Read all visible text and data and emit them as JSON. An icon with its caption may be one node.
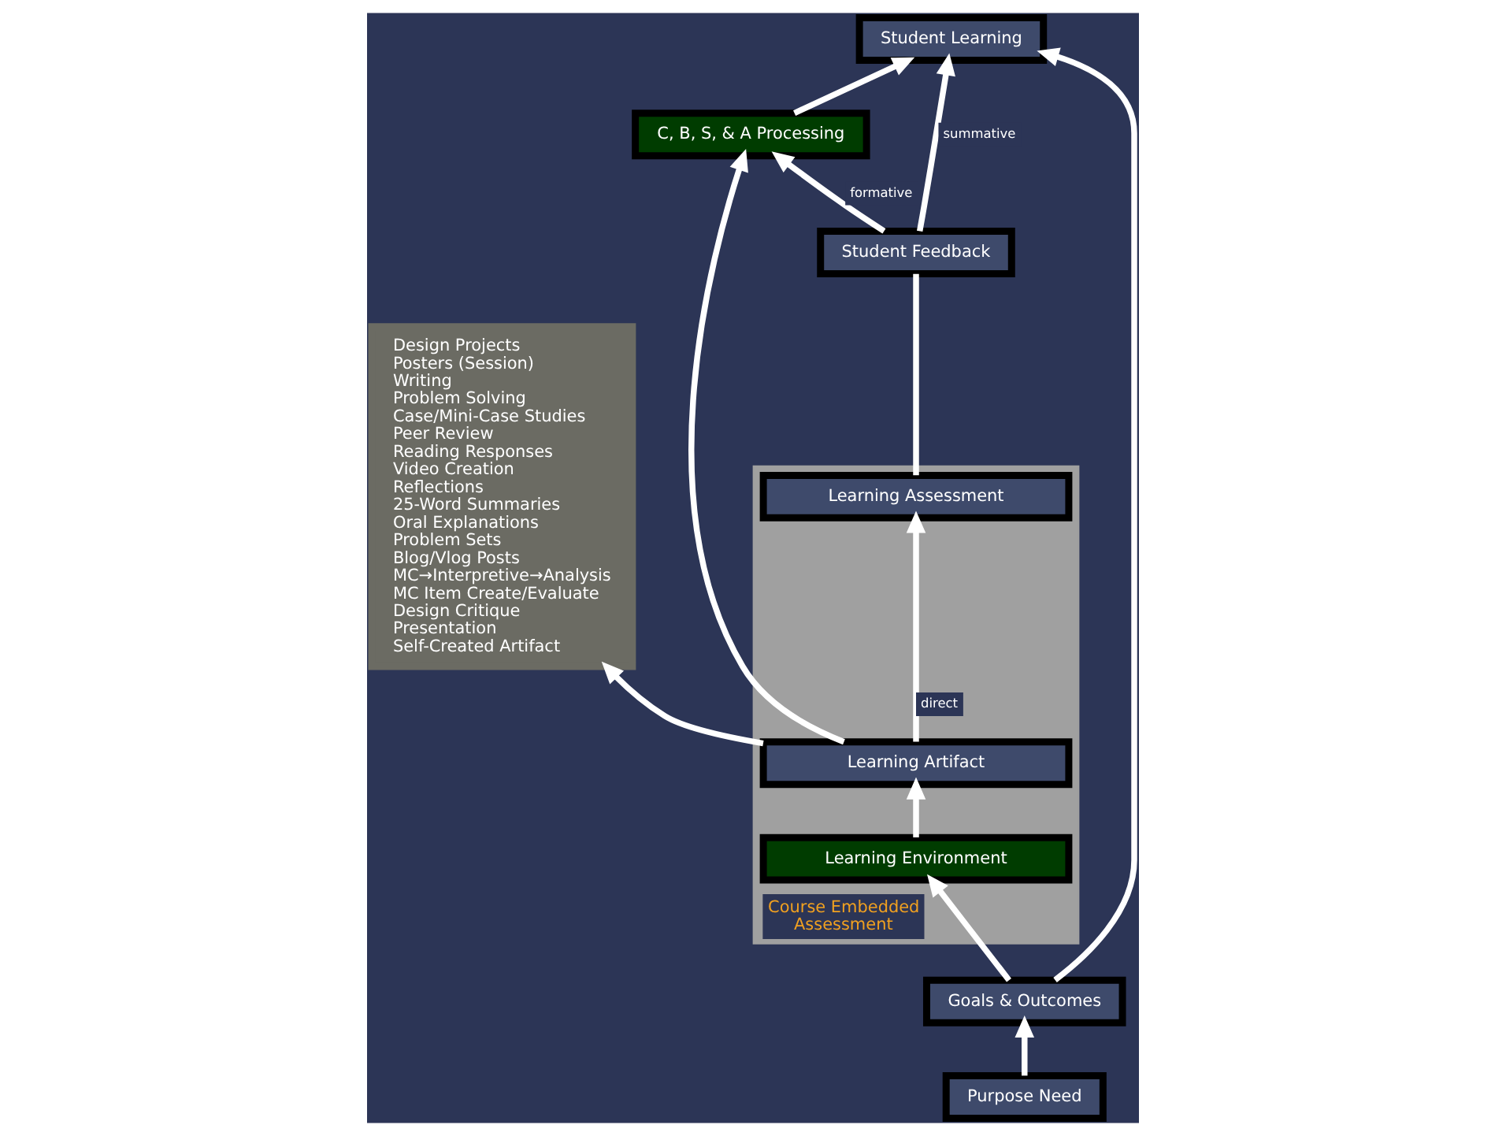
{
  "diagram": {
    "nodes": [
      {
        "text": [
          "Design Projects",
          "Posters (Session)",
          "Writing",
          "Problem Solving",
          "Case/Mini-Case Studies",
          "Peer Review",
          "Reading Responses",
          "Video Creation",
          "Reflections",
          "25-Word Summaries",
          "Oral Explanations",
          "Problem Sets",
          "Blog/Vlog Posts",
          "MC→Interpretive→Analysis",
          "MC Item Create/Evaluate",
          "Design Critique",
          "Presentation",
          "Self-Created Artifact"
        ]
      },
      {
        "text": [
          "Course Embedded Assessment"
        ]
      },
      {
        "text": [
          "Learning Assessment"
        ],
        "in": 1
      },
      {
        "text": [
          "Learning Artifact"
        ],
        "in": 1
      },
      {
        "text": [
          "Learning Environment"
        ],
        "in": 1
      },
      {
        "text": [
          "Student Feedback"
        ]
      },
      {
        "text": [
          "C, B, S, & A Processing"
        ]
      },
      {
        "text": [
          "Goals & Outcomes"
        ]
      },
      {
        "text": [
          "Purpose Need"
        ]
      },
      {
        "text": [
          "Student Learning"
        ]
      }
    ],
    "edges": [
      {
        "from": 3,
        "to": 0,
        "arrow": "to"
      },
      {
        "from": 3,
        "to": 2,
        "arrow": "to",
        "label": "direct"
      },
      {
        "from": 3,
        "to": 6,
        "arrow": "to"
      },
      {
        "from": 4,
        "to": 3,
        "arrow": "to"
      },
      {
        "from": 7,
        "to": 4,
        "arrow": "to"
      },
      {
        "from": 8,
        "to": 7,
        "arrow": "to"
      },
      {
        "from": 2,
        "to": 5,
        "arrow": "none"
      },
      {
        "from": 5,
        "to": 6,
        "arrow": "to",
        "label": "formative"
      },
      {
        "from": 5,
        "to": 9,
        "arrow": "to",
        "label": "summative"
      },
      {
        "from": 6,
        "to": 9,
        "arrow": "to"
      },
      {
        "from": 7,
        "to": 9,
        "arrow": "to"
      }
    ]
  }
}
